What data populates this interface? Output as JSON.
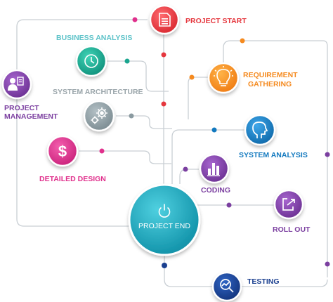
{
  "nodes": {
    "project_start": {
      "label": "PROJECT START",
      "icon": "document-icon",
      "color": "#e5373e"
    },
    "business_analysis": {
      "label": "BUSINESS ANALYSIS",
      "icon": "clock-icon",
      "color": "#1aa58f"
    },
    "system_architecture": {
      "label": "SYSTEM ARCHITECTURE",
      "icon": "gears-icon",
      "color": "#8a9aa0"
    },
    "project_management_line1": "PROJECT",
    "project_management_line2": "MANAGEMENT",
    "project_management": {
      "icon": "manager-icon",
      "color": "#7b3fa0"
    },
    "requirement_line1": "REQUIREMENT",
    "requirement_line2": "GATHERING",
    "requirement_gathering": {
      "icon": "lightbulb-icon",
      "color": "#f58a1f"
    },
    "system_analysis": {
      "label": "SYSTEM ANALYSIS",
      "icon": "head-icon",
      "color": "#1279bf"
    },
    "detailed_design": {
      "label": "DETAILED DESIGN",
      "icon": "dollar-icon",
      "color": "#e0308c"
    },
    "coding": {
      "label": "CODING",
      "icon": "bar-chart-icon",
      "color": "#7b3fa0"
    },
    "roll_out": {
      "label": "ROLL OUT",
      "icon": "export-icon",
      "color": "#7b3fa0"
    },
    "testing": {
      "label": "TESTING",
      "icon": "magnifier-chart-icon",
      "color": "#1a3f8f"
    },
    "project_end": {
      "label": "PROJECT END",
      "icon": "power-icon",
      "color": "#1aa5b8"
    }
  }
}
